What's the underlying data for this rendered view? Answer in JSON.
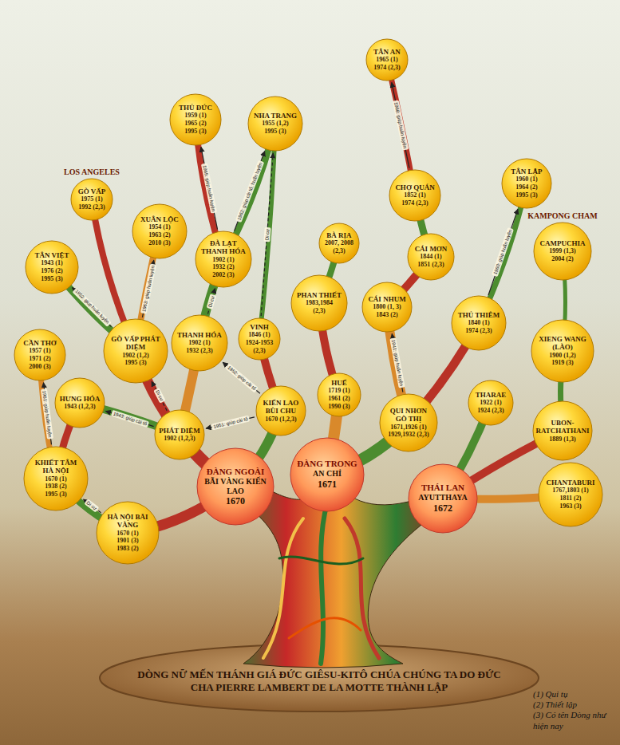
{
  "diagram": {
    "title": "DÒNG NỮ MẾN THÁNH GIÁ ĐỨC GIÊSU-KITÔ CHÚA CHÚNG TA DO ĐỨC CHA PIERRE LAMBERT DE LA MOTTE THÀNH LẬP",
    "nodes": [
      {
        "text": [
          "TÂN AN",
          "1965 (1)",
          "1974 (2,3)"
        ]
      },
      {
        "text": [
          "THỦ ĐỨC",
          "1959 (1)",
          "1965 (2)",
          "1995 (3)"
        ]
      },
      {
        "text": [
          "NHA TRANG",
          "1955 (1,2)",
          "1995 (3)"
        ]
      },
      {
        "text": [
          "CHỢ QUÁN",
          "1852 (1)",
          "1974 (2,3)"
        ]
      },
      {
        "text": [
          "TÂN LẬP",
          "1960 (1)",
          "1964 (2)",
          "1995 (3)"
        ]
      },
      {
        "text": [
          "LOS ANGELES",
          "GÒ VẤP",
          "1975 (1)",
          "1992 (2,3)"
        ]
      },
      {
        "text": [
          "XUÂN LỘC",
          "1954 (1)",
          "1963 (2)",
          "2010 (3)"
        ]
      },
      {
        "text": [
          "KAMPONG CHAM",
          "CAMPUCHIA",
          "1999 (1,3)",
          "2004 (2)"
        ]
      },
      {
        "text": [
          "BÀ RỊA",
          "2007, 2008",
          "(2,3)"
        ]
      },
      {
        "text": [
          "TÂN VIỆT",
          "1943 (1)",
          "1976 (2)",
          "1995 (3)"
        ]
      },
      {
        "text": [
          "CÁI MƠN",
          "1844 (1)",
          "1851 (2,3)"
        ]
      },
      {
        "text": [
          "ĐÀ LẠT THANH HÓA",
          "1902 (1)",
          "1932 (2)",
          "2002 (3)"
        ]
      },
      {
        "text": [
          "PHAN THIẾT",
          "1983,1984",
          "(2,3)"
        ]
      },
      {
        "text": [
          "CÁI NHUM",
          "1800 (1, 3)",
          "1843 (2)"
        ]
      },
      {
        "text": [
          "THỦ THIÊM",
          "1840 (1)",
          "1974 (2,3)"
        ]
      },
      {
        "text": [
          "GÒ VẤP PHÁT DIỆM",
          "1902 (1,2)",
          "1995 (3)"
        ]
      },
      {
        "text": [
          "THANH HÓA",
          "1902 (1)",
          "1932 (2,3)"
        ]
      },
      {
        "text": [
          "VINH",
          "1846 (1)",
          "1924-1953",
          "(2,3)"
        ]
      },
      {
        "text": [
          "XIENG WANG (LÀO)",
          "1900 (1,2)",
          "1919 (3)"
        ]
      },
      {
        "text": [
          "CẦN THƠ",
          "1957 (1)",
          "1971 (2)",
          "2000 (3)"
        ]
      },
      {
        "text": [
          "HUẾ",
          "1719 (1)",
          "1961 (2)",
          "1990 (3)"
        ]
      },
      {
        "text": [
          "HƯNG HÓA",
          "1943 (1,2,3)"
        ]
      },
      {
        "text": [
          "KIẾN LAO BÙI CHU",
          "1670 (1,2,3)"
        ]
      },
      {
        "text": [
          "THARAE",
          "1922 (1)",
          "1924 (2,3)"
        ]
      },
      {
        "text": [
          "QUI NHƠN GÒ THỊ",
          "1671,1926 (1)",
          "1929,1932 (2,3)"
        ]
      },
      {
        "text": [
          "UBON-RATCHATHANI",
          "1889 (1,3)"
        ]
      },
      {
        "text": [
          "PHÁT DIỆM",
          "1902 (1,2,3)"
        ]
      },
      {
        "text": [
          "KHIẾT TÂM HÀ NỘI",
          "1670 (1)",
          "1938 (2)",
          "1995 (3)"
        ]
      },
      {
        "text": [
          "ĐÀNG TRONG",
          "AN CHỈ",
          "1671"
        ]
      },
      {
        "text": [
          "ĐÀNG NGOÀI",
          "BÃI VÀNG KIẾN LAO",
          "1670"
        ]
      },
      {
        "text": [
          "THÁI LAN",
          "AYUTTHAYA",
          "1672"
        ]
      },
      {
        "text": [
          "CHANTABURI",
          "1767,1803 (1)",
          "1811 (2)",
          "1963 (3)"
        ]
      },
      {
        "text": [
          "HÀ NỘI BÃI VÀNG",
          "1670 (1)",
          "1901 (3)",
          "1983 (2)"
        ]
      }
    ],
    "edges": [
      {
        "from": 27,
        "to": 19,
        "label": "1961: giúp huấn luyện",
        "arrow": "to"
      },
      {
        "from": 32,
        "to": 27,
        "label": "Di cư",
        "arrow": "to"
      },
      {
        "from": 26,
        "to": 21,
        "label": "1943: giúp cải tổ",
        "arrow": "to"
      },
      {
        "from": 26,
        "to": 15,
        "label": "Di cư",
        "arrow": "to"
      },
      {
        "from": 15,
        "to": 9,
        "label": "1952: giúp huấn luyện",
        "arrow": "to"
      },
      {
        "from": 15,
        "to": 6,
        "label": "1963: giúp huấn luyện",
        "arrow": "to"
      },
      {
        "from": 16,
        "to": 11,
        "label": "Di cư",
        "arrow": "to"
      },
      {
        "from": 11,
        "to": 1,
        "label": "1965: giúp huấn luyện",
        "arrow": "to"
      },
      {
        "from": 11,
        "to": 2,
        "label": "1962: giúp cải tổ, huấn luyện",
        "arrow": "to"
      },
      {
        "from": 17,
        "to": 2,
        "label": "Di cư",
        "arrow": "to"
      },
      {
        "from": 22,
        "to": 16,
        "label": "1952: giúp cải tổ",
        "arrow": "to"
      },
      {
        "from": 22,
        "to": 26,
        "label": "1951: giúp cải tổ",
        "arrow": "to"
      },
      {
        "from": 24,
        "to": 13,
        "label": "1941: giúp huấn luyện",
        "arrow": "to"
      },
      {
        "from": 3,
        "to": 0,
        "label": "1968: giúp huấn luyện",
        "arrow": "to"
      },
      {
        "from": 14,
        "to": 4,
        "label": "1960: giúp huấn luyện",
        "arrow": "to"
      }
    ],
    "legend": [
      {
        "text": "(1) Qui tụ"
      },
      {
        "text": "(2) Thiết lập"
      },
      {
        "text": "(3) Có tên Dòng như hiện nay"
      }
    ]
  }
}
